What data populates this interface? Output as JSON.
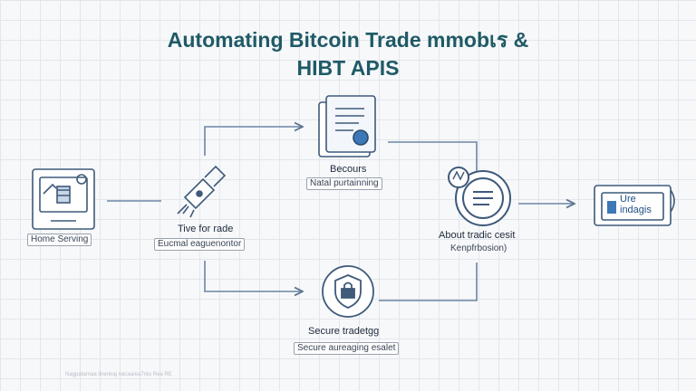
{
  "title": {
    "line1": "Automating Bitcoin Trade mmobเร &",
    "line2": "HIBT APIS"
  },
  "nodes": {
    "home": {
      "sub": "Home Serving",
      "icon": "computer-monitor-icon"
    },
    "trade": {
      "label": "Tive for rade",
      "sub": "Eucmal eaguenontor",
      "icon": "plug-connector-icon"
    },
    "docs": {
      "label": "Becours",
      "sub": "Natal purtainning",
      "icon": "document-icon"
    },
    "secure": {
      "label": "Secure tradetgg",
      "sub": "Secure aureaging esalet",
      "icon": "shield-lock-icon"
    },
    "about": {
      "label": "About tradic cesit",
      "sub": "Kenpfrbosion)",
      "icon": "circle-menu-icon"
    },
    "output": {
      "label": "Ure\nindagis",
      "icon": "screen-badge-icon"
    }
  },
  "footer": "Nagpatarnaa lineniraj nacaa/ea7ntu Rea RE"
}
